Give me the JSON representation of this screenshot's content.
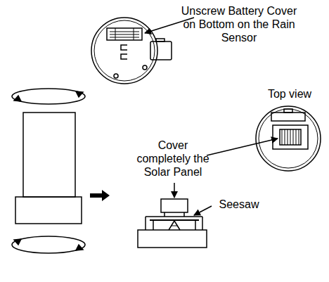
{
  "diagram": {
    "labels": [
      "Unscrew Battery Cover on Bottom on the Rain Sensor",
      "Top view",
      "Cover completely the Solar Panel",
      "Seesaw"
    ]
  }
}
